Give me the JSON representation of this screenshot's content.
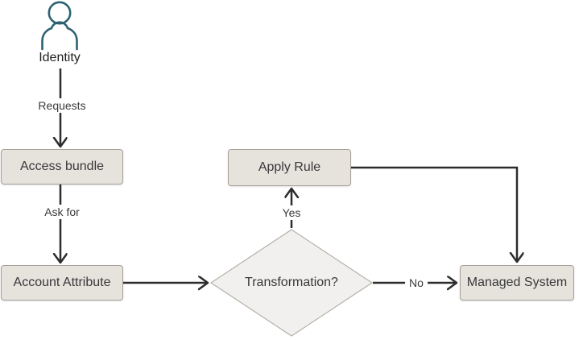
{
  "diagram": {
    "type": "flowchart",
    "nodes": {
      "identity": {
        "label": "Identity",
        "icon": "person-icon",
        "shape": "icon"
      },
      "access_bundle": {
        "label": "Access bundle",
        "shape": "rectangle"
      },
      "account_attribute": {
        "label": "Account Attribute",
        "shape": "rectangle"
      },
      "transformation": {
        "label": "Transformation?",
        "shape": "diamond"
      },
      "apply_rule": {
        "label": "Apply Rule",
        "shape": "rectangle"
      },
      "managed_system": {
        "label": "Managed System",
        "shape": "rectangle"
      }
    },
    "edges": {
      "identity_to_access_bundle": {
        "from": "identity",
        "to": "access_bundle",
        "label": "Requests"
      },
      "access_bundle_to_account_attribute": {
        "from": "access_bundle",
        "to": "account_attribute",
        "label": "Ask for"
      },
      "account_attribute_to_transformation": {
        "from": "account_attribute",
        "to": "transformation",
        "label": ""
      },
      "transformation_to_apply_rule": {
        "from": "transformation",
        "to": "apply_rule",
        "label": "Yes"
      },
      "transformation_to_managed_system": {
        "from": "transformation",
        "to": "managed_system",
        "label": "No"
      },
      "apply_rule_to_managed_system": {
        "from": "apply_rule",
        "to": "managed_system",
        "label": ""
      }
    },
    "colors": {
      "background": "#ffffff",
      "node_fill": "#e6e3dd",
      "node_border": "#a7a098",
      "diamond_fill": "#f1f0ee",
      "diamond_border": "#b6b0a8",
      "line": "#2d2d2d",
      "text": "#39383a",
      "icon": "#2e6272"
    }
  }
}
